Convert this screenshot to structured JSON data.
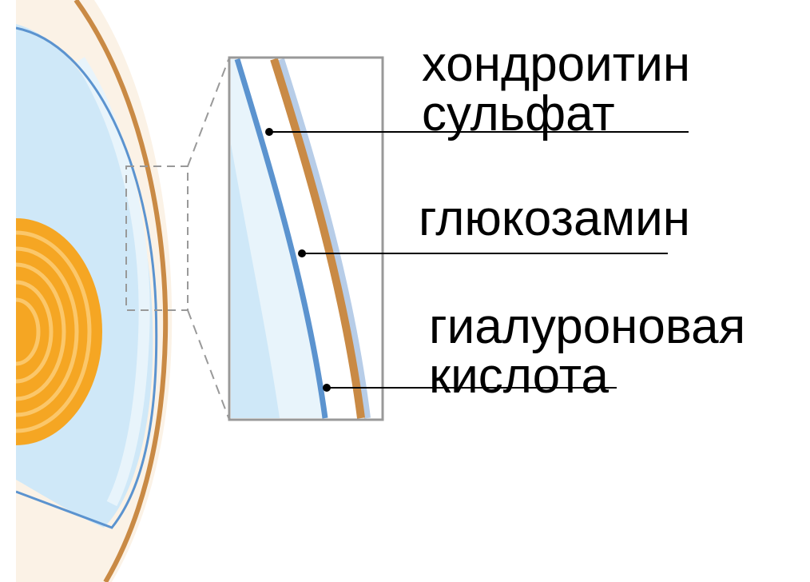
{
  "labels": {
    "chondroitin": [
      "хондроитин",
      "сульфат"
    ],
    "glucosamine": "глюкозамин",
    "hyaluronic": [
      "гиалуроновая",
      "кислота"
    ]
  },
  "colors": {
    "lens_orange": "#f5a623",
    "lens_ring": "#fbc76a",
    "cornea_fill": "#cfe8f8",
    "inner_fill": "#e8f4fb",
    "outer_brown": "#c98a45",
    "blue_line": "#5b93cf",
    "pale_blue": "#b7cde8",
    "frame_gray": "#999999",
    "leader": "#000000"
  }
}
